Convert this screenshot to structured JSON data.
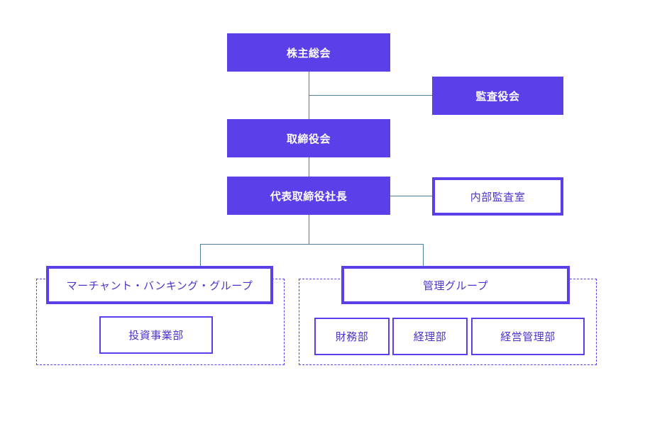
{
  "nodes": {
    "shareholders_meeting": "株主総会",
    "audit_board": "監査役会",
    "board_of_directors": "取締役会",
    "president": "代表取締役社長",
    "internal_audit": "内部監査室",
    "merchant_banking_group": "マーチャント・バンキング・グループ",
    "investment_division": "投資事業部",
    "admin_group": "管理グループ",
    "finance_division": "財務部",
    "accounting_division": "経理部",
    "management_admin_division": "経営管理部"
  },
  "colors": {
    "primary": "#5b3fe8",
    "connector": "#4d7f9c"
  }
}
